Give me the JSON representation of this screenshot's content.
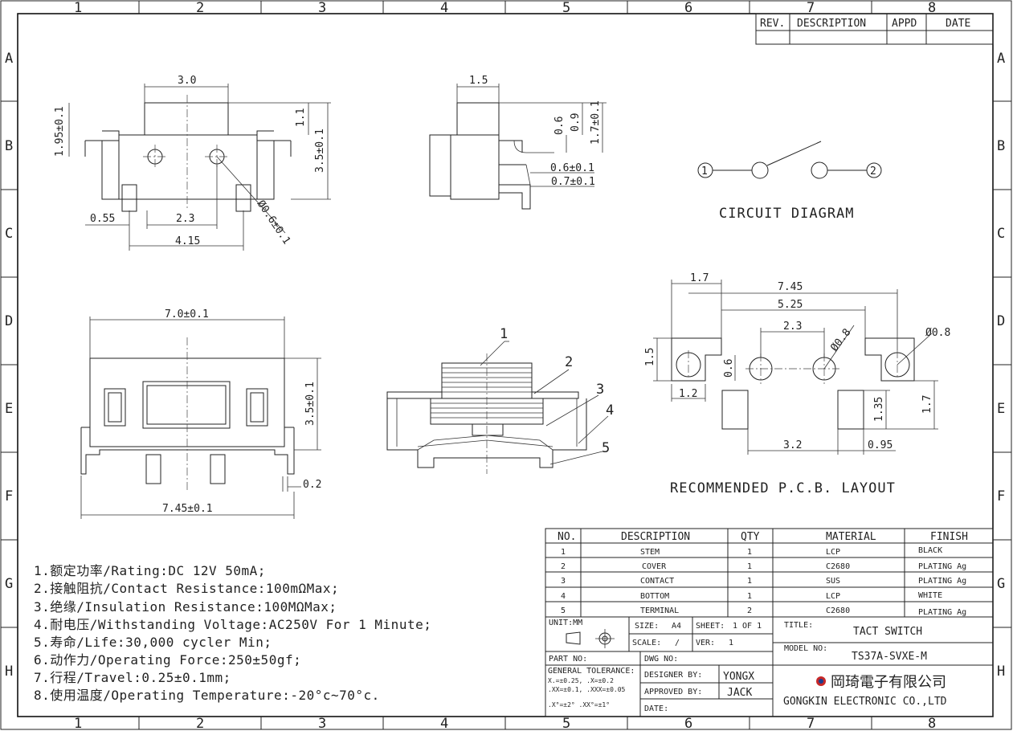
{
  "border": {
    "cols": [
      "1",
      "2",
      "3",
      "4",
      "5",
      "6",
      "7",
      "8"
    ],
    "rows": [
      "A",
      "B",
      "C",
      "D",
      "E",
      "F",
      "G",
      "H"
    ]
  },
  "revision_table": {
    "headers": [
      "REV.",
      "DESCRIPTION",
      "APPD",
      "DATE"
    ]
  },
  "top_view_dims": {
    "width": "3.0",
    "height_left": "1.95±0.1",
    "stem": "1.1",
    "height_right": "3.5±0.1",
    "d1": "0.55",
    "d2": "2.3",
    "d3": "4.15",
    "hole": "Ø0.6±0.1"
  },
  "side_view_dims": {
    "width": "1.5",
    "a": "0.6",
    "b": "0.9",
    "c": "1.7±0.1",
    "d": "0.6±0.1",
    "e": "0.7±0.1"
  },
  "circuit": {
    "label": "CIRCUIT DIAGRAM",
    "pin1": "1",
    "pin2": "2"
  },
  "front_view_dims": {
    "width": "7.0±0.1",
    "height": "3.5±0.1",
    "foot": "0.2",
    "total": "7.45±0.1"
  },
  "section_callouts": [
    "1",
    "2",
    "3",
    "4",
    "5"
  ],
  "pcb": {
    "label": "RECOMMENDED P.C.B. LAYOUT",
    "d_a": "1.7",
    "d_b": "7.45",
    "d_c": "5.25",
    "d_d": "2.3",
    "d_e": "Ø0.8",
    "d_f": "Ø0.8",
    "d_g": "1.5",
    "d_h": "0.6",
    "d_i": "1.2",
    "d_j": "1.35",
    "d_k": "1.7",
    "d_l": "3.2",
    "d_m": "0.95"
  },
  "specs": [
    "1.额定功率/Rating:DC 12V 50mA;",
    "2.接触阻抗/Contact Resistance:100mΩMax;",
    "3.绝缘/Insulation Resistance:100MΩMax;",
    "4.耐电压/Withstanding Voltage:AC250V For 1 Minute;",
    "5.寿命/Life:30,000 cycler Min;",
    "6.动作力/Operating Force:250±50gf;",
    "7.行程/Travel:0.25±0.1mm;",
    "8.使用温度/Operating Temperature:-20°c~70°c."
  ],
  "bom": {
    "headers": [
      "NO.",
      "DESCRIPTION",
      "QTY",
      "MATERIAL",
      "FINISH"
    ],
    "rows": [
      [
        "1",
        "STEM",
        "1",
        "LCP",
        "BLACK"
      ],
      [
        "2",
        "COVER",
        "1",
        "C2680",
        "PLATING Ag"
      ],
      [
        "3",
        "CONTACT",
        "1",
        "SUS",
        "PLATING Ag"
      ],
      [
        "4",
        "BOTTOM",
        "1",
        "LCP",
        "WHITE"
      ],
      [
        "5",
        "TERMINAL",
        "2",
        "C2680",
        "PLATING Ag"
      ]
    ]
  },
  "title_block": {
    "unit": "UNIT:MM",
    "size_label": "SIZE:",
    "size": "A4",
    "sheet_label": "SHEET:",
    "sheet": "1 OF 1",
    "scale_label": "SCALE:",
    "scale": "/",
    "ver_label": "VER:",
    "ver": "1",
    "title_label": "TITLE:",
    "title": "TACT SWITCH",
    "model_label": "MODEL NO:",
    "model": "TS37A-SVXE-M",
    "part_label": "PART NO:",
    "dwg_label": "DWG NO:",
    "tol_title": "GENERAL TOLERANCE:",
    "tol_1": "X.=±0.25,   .X=±0.2",
    "tol_2": ".XX=±0.1, .XXX=±0.05",
    "tol_3": ".X°=±2°  .XX°=±1°",
    "designer_label": "DESIGNER BY:",
    "designer": "YONGX",
    "approved_label": "APPROVED BY:",
    "approved": "JACK",
    "date_label": "DATE:",
    "company_cn": "岡琦電子有限公司",
    "company_en": "GONGKIN ELECTRONIC CO.,LTD"
  }
}
